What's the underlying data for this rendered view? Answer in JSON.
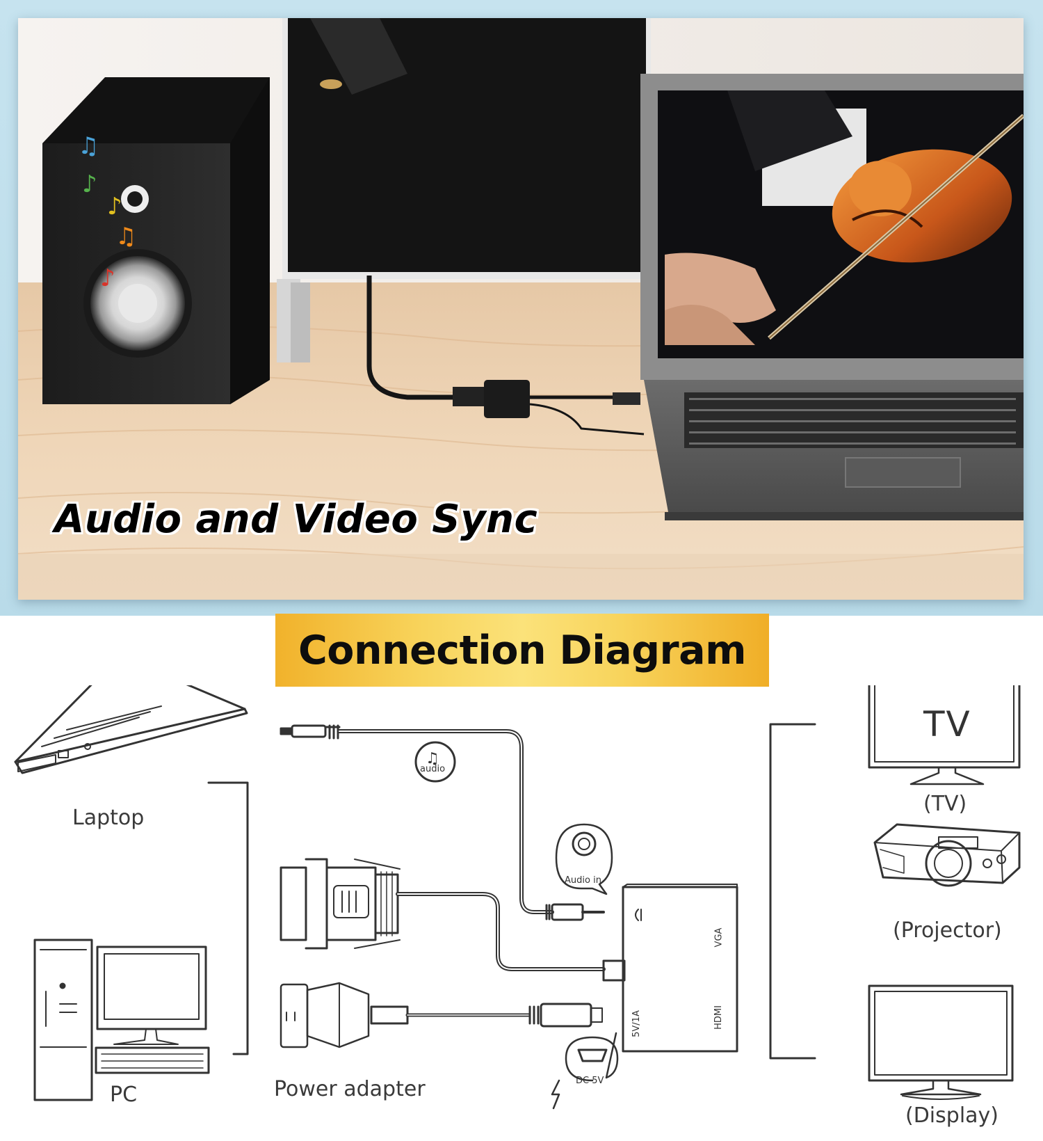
{
  "photo": {
    "caption": "Audio and Video Sync"
  },
  "diagram": {
    "banner_title": "Connection Diagram",
    "sources": {
      "laptop_label": "Laptop",
      "pc_label": "PC"
    },
    "cables": {
      "audio_badge": "audio",
      "audio_in_label": "Audio in",
      "power_adapter_label": "Power adapter",
      "dc_label": "DC 5V"
    },
    "adapter_ports": {
      "vga": "VGA",
      "hdmi": "HDMI",
      "power": "5V/1A"
    },
    "outputs": {
      "tv_screen_text": "TV",
      "tv_label": "(TV)",
      "projector_label": "(Projector)",
      "display_label": "(Display)"
    }
  },
  "colors": {
    "sky_band": "#c6e3ef",
    "banner_gold": "#f8d45c",
    "line_art": "#333333"
  }
}
